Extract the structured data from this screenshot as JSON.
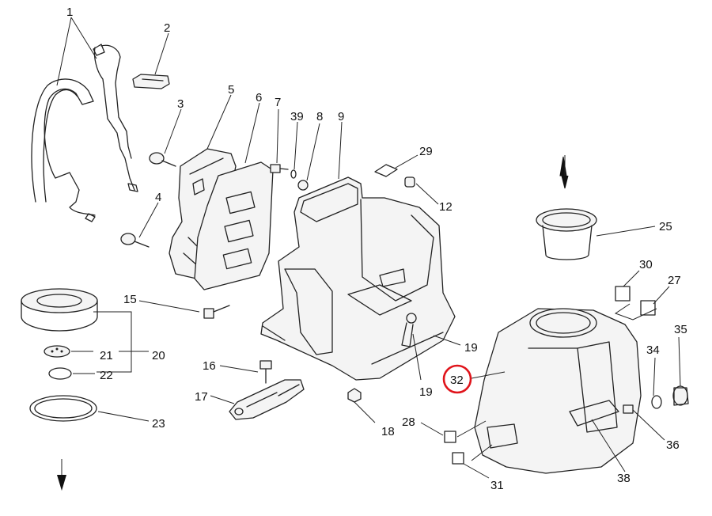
{
  "diagram": {
    "callouts": [
      {
        "id": "1",
        "text": "1"
      },
      {
        "id": "2",
        "text": "2"
      },
      {
        "id": "3",
        "text": "3"
      },
      {
        "id": "4",
        "text": "4"
      },
      {
        "id": "5",
        "text": "5"
      },
      {
        "id": "6",
        "text": "6"
      },
      {
        "id": "7",
        "text": "7"
      },
      {
        "id": "39",
        "text": "39"
      },
      {
        "id": "8",
        "text": "8"
      },
      {
        "id": "9",
        "text": "9"
      },
      {
        "id": "29",
        "text": "29"
      },
      {
        "id": "12",
        "text": "12"
      },
      {
        "id": "25",
        "text": "25"
      },
      {
        "id": "30",
        "text": "30"
      },
      {
        "id": "27",
        "text": "27"
      },
      {
        "id": "35",
        "text": "35"
      },
      {
        "id": "34",
        "text": "34"
      },
      {
        "id": "15",
        "text": "15"
      },
      {
        "id": "21",
        "text": "21"
      },
      {
        "id": "20",
        "text": "20"
      },
      {
        "id": "22",
        "text": "22"
      },
      {
        "id": "16",
        "text": "16"
      },
      {
        "id": "19a",
        "text": "19"
      },
      {
        "id": "19b",
        "text": "19"
      },
      {
        "id": "32",
        "text": "32"
      },
      {
        "id": "17",
        "text": "17"
      },
      {
        "id": "18",
        "text": "18"
      },
      {
        "id": "23",
        "text": "23"
      },
      {
        "id": "28",
        "text": "28"
      },
      {
        "id": "36",
        "text": "36"
      },
      {
        "id": "38",
        "text": "38"
      },
      {
        "id": "31",
        "text": "31"
      }
    ],
    "highlighted_callout": "32",
    "highlight_color": "#e0141b"
  }
}
